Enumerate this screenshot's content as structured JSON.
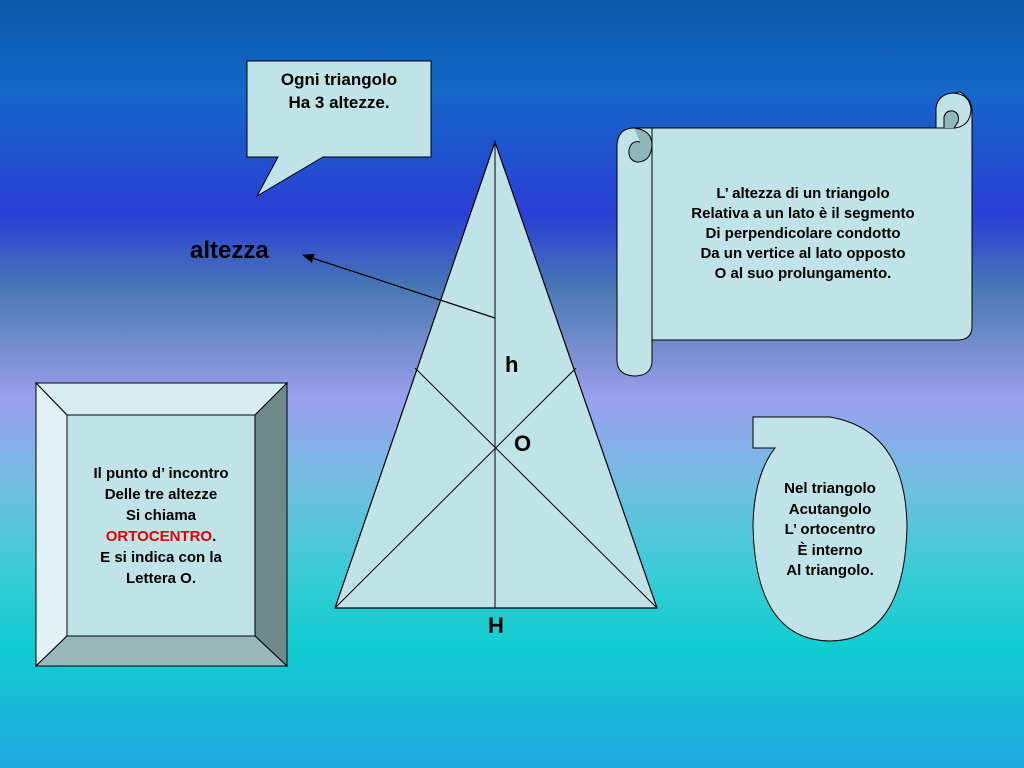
{
  "callout": {
    "line1": "Ogni triangolo",
    "line2": "Ha 3 altezze."
  },
  "pointer_label": "altezza",
  "scroll": {
    "lines": [
      "L’ altezza di un triangolo",
      "Relativa a un lato è il segmento",
      "Di perpendicolare condotto",
      "Da un vertice al lato opposto",
      "O al suo prolungamento."
    ]
  },
  "triangle": {
    "label_h": "h",
    "label_o": "O",
    "label_foot": "H"
  },
  "frame_box": {
    "line1": "Il punto d’ incontro",
    "line2": "Delle tre altezze",
    "line3": "Si chiama",
    "highlight": "ORTOCENTRO",
    "after_highlight": ".",
    "line5": "E si indica con la",
    "line6": "Lettera O."
  },
  "oval_note": {
    "lines": [
      "Nel triangolo",
      "Acutangolo",
      "L’ ortocentro",
      "È interno",
      "Al triangolo."
    ]
  },
  "colors": {
    "shape_fill": "#bfe3e6",
    "highlight": "#e00000"
  }
}
